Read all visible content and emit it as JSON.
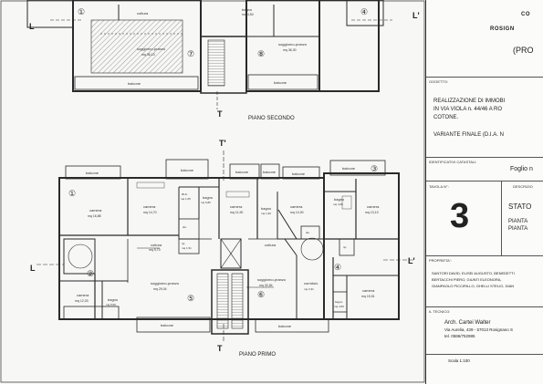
{
  "plans": {
    "top_label": "PIANO SECONDO",
    "bottom_label": "PIANO PRIMO",
    "section_marks": {
      "t": "T",
      "t_prime": "T'",
      "l": "L",
      "l_prime": "L'"
    },
    "top_rooms": [
      {
        "name": "soggiorno-pranzo",
        "area": "mq 36,13"
      },
      {
        "name": "soggiorno-pranzo",
        "area": "mq 36,30"
      },
      {
        "name": "balcone",
        "area": ""
      },
      {
        "name": "balcone",
        "area": ""
      },
      {
        "name": "cottura",
        "area": ""
      },
      {
        "name": "bagno",
        "area": "mq 4,50"
      }
    ],
    "top_numbers": [
      "①",
      "④",
      "⑦",
      "⑧"
    ],
    "bottom_rooms": [
      {
        "name": "camera",
        "area": "mq 16,88"
      },
      {
        "name": "camera",
        "area": "mq 14,70"
      },
      {
        "name": "w.c.",
        "area": "mq 1,65"
      },
      {
        "name": "bagno",
        "area": "mq 5,80"
      },
      {
        "name": "camera",
        "area": "mq 11,90"
      },
      {
        "name": "bagno",
        "area": "mq 1,90"
      },
      {
        "name": "camera",
        "area": "mq 14,00"
      },
      {
        "name": "bagno",
        "area": "mq 4,60"
      },
      {
        "name": "camera",
        "area": "mq 13,13"
      },
      {
        "name": "cottura",
        "area": "mq 5,70"
      },
      {
        "name": "cottura",
        "area": ""
      },
      {
        "name": "soggiorno-pranzo",
        "area": "mq 29,04"
      },
      {
        "name": "soggiorno-pranzo",
        "area": "mq 32,84"
      },
      {
        "name": "camera",
        "area": "mq 12,03"
      },
      {
        "name": "bagno",
        "area": "mq 5,50"
      },
      {
        "name": "camera",
        "area": "mq 15,51"
      },
      {
        "name": "corridoio",
        "area": "mq 3,31"
      },
      {
        "name": "bagno",
        "area": "mq 4,60"
      },
      {
        "name": "dis.",
        "area": ""
      },
      {
        "name": "dis.",
        "area": ""
      },
      {
        "name": "rip.",
        "area": "mq 1,51"
      },
      {
        "name": "rip.",
        "area": ""
      },
      {
        "name": "balcone",
        "area": ""
      },
      {
        "name": "balcone",
        "area": ""
      },
      {
        "name": "balcone",
        "area": ""
      },
      {
        "name": "balcone",
        "area": ""
      },
      {
        "name": "balcone",
        "area": ""
      },
      {
        "name": "balcone",
        "area": ""
      },
      {
        "name": "balcone",
        "area": ""
      },
      {
        "name": "balcone",
        "area": ""
      }
    ],
    "bottom_numbers": [
      "①",
      "②",
      "③",
      "④",
      "⑤",
      "⑥"
    ]
  },
  "title_block": {
    "header_line1": "CO",
    "header_line2": "ROSIGN",
    "header_line3": "(PRO",
    "oggetto_label": "OGGETTO:",
    "oggetto_text1": "REALIZZAZIONE DI IMMOBI",
    "oggetto_text2": "IN VIA VIOLA n. 44/46 A RO",
    "oggetto_text3": "COTONE.",
    "variante": "VARIANTE FINALE (D.I.A. N",
    "catastali_label": "IDENTIFICATIVI CATASTALI:",
    "foglio": "Foglio n",
    "tavola_label": "TAVOLA N°:",
    "descrizione_label": "DESCRIZIO",
    "tavola_number": "3",
    "stato": "STATO",
    "pianta1": "PIANTA",
    "pianta2": "PIANTA",
    "proprieta_label": "PROPRIETA':",
    "proprieta_text1": "SANTORI DAVID, ELISEI AUGUSTO, BENEDETTI",
    "proprieta_text2": "BERTACCHI PIERO, GIUNTI ELEONORA,",
    "proprieta_text3": "GIANPAOLO PICCIRILLO, GHELLI STELIO, DIAN",
    "tecnico_label": "IL TECNICO:",
    "tecnico_name": "Arch. Cartei Walter",
    "tecnico_addr": "Via Aurelia, 439 - 57013 Rosignano S",
    "tecnico_tel": "tel. 0586/752985",
    "scala": "Scala 1:100"
  },
  "colors": {
    "line": "#2a2a2a",
    "hatch": "#9a9a9a",
    "paper": "#f7f7f5"
  }
}
